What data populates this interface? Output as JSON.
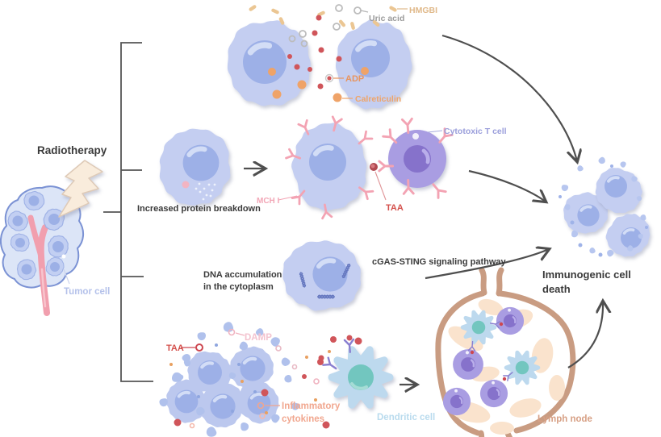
{
  "figure": {
    "source_label": "Radiotherapy",
    "result_label": "Immunogenic cell death",
    "pathways": [
      "Release of danger signals (HMGBI, Uric acid, ADP, Calreticulin)",
      "Increased protein breakdown",
      "DNA accumulation in the cytoplasm / cGAS-STING signaling pathway",
      "Release of TAA, DAMP and inflammatory cytokines to dendritic cells and lymph node"
    ]
  },
  "labels": {
    "radiotherapy": "Radiotherapy",
    "tumor_cell": "Tumor cell",
    "hmgb1": "HMGBI",
    "uric_acid": "Uric acid",
    "adp": "ADP",
    "calreticulin": "Calreticulin",
    "increased_protein_breakdown": "Increased protein breakdown",
    "mhc_i": "MCH I",
    "taa_row2": "TAA",
    "cytotoxic_t_cell": "Cytotoxic T cell",
    "dna_accumulation": "DNA accumulation\nin the cytoplasm",
    "cgas_sting": "cGAS-STING signaling pathway",
    "taa_row4": "TAA",
    "damp": "DAMP",
    "inflammatory_cytokines": "Inflammatory\ncytokines",
    "dendritic_cell": "Dendritic cell",
    "lymph_node": "Lymph node",
    "immunogenic_cell_death": "Immunogenic cell death"
  },
  "colors": {
    "cell_body": "#c4cef1",
    "cell_nucleus": "#9db0e7",
    "nucleus_highlight": "#d3ddf6",
    "cluster_cell_body": "#bcc8ee",
    "t_cell_body": "#a99de2",
    "t_cell_nucleus": "#8672cb",
    "receptor_pink": "#f3a3b3",
    "receptor_purple": "#8a7fd0",
    "taa_red": "#d0555a",
    "calreticulin_orange": "#efa368",
    "hmgb1_tan": "#ebc693",
    "ring_gray": "#bcbcbc",
    "damp_pink": "#f3c3cf",
    "inflammatory_salmon": "#f1a78f",
    "dendritic_body": "#bdd9ee",
    "dendritic_nucleus": "#72c6bf",
    "lymph_wall": "#c99c82",
    "lymph_tissue": "#fae3cd",
    "vessel_pink": "#f19fae",
    "tumor_fill": "#dce5f7",
    "tumor_stroke": "#7b92d4",
    "lightning_fill": "#f9ecdc",
    "arrow_gray": "#4f4f4f",
    "label_dark": "#3a3a3a",
    "dna_helix": "#6779c0"
  }
}
